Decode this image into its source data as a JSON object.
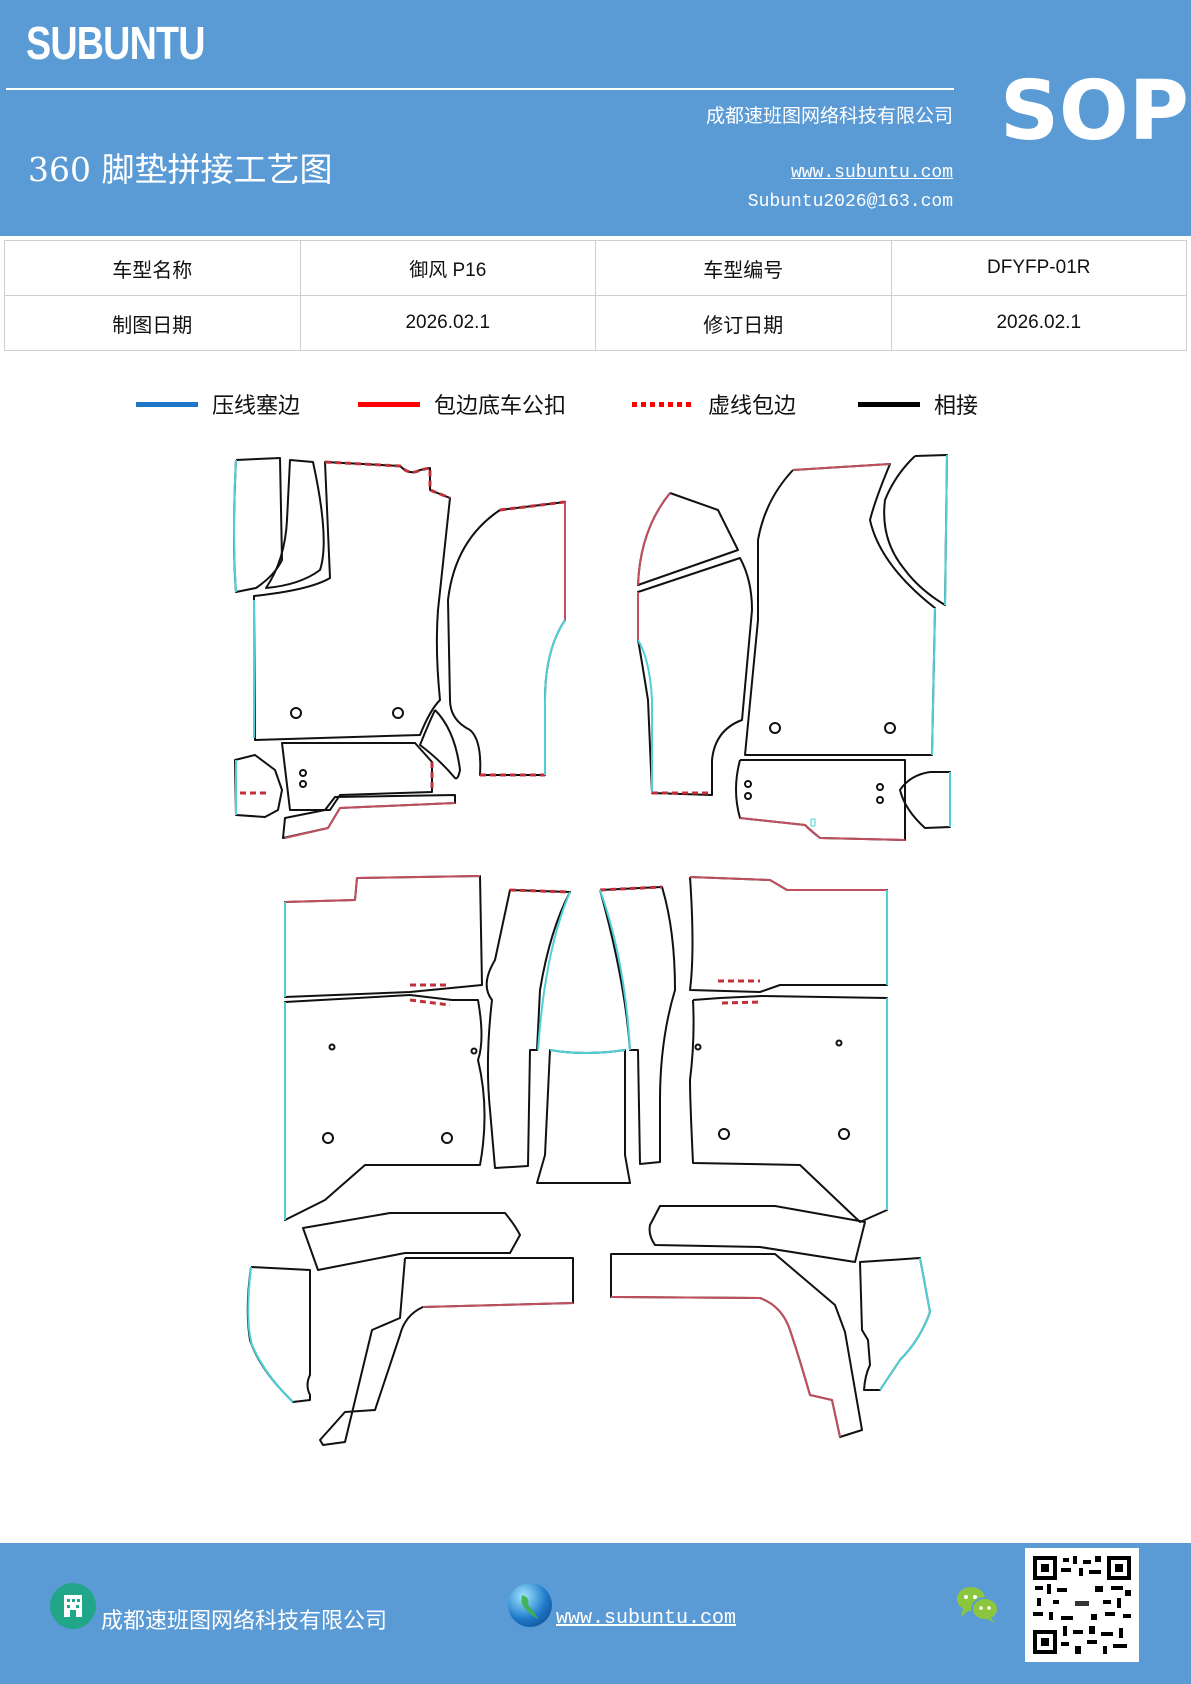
{
  "header": {
    "brand": "SUBUNTU",
    "title": "360 脚垫拼接工艺图",
    "company": "成都速班图网络科技有限公司",
    "website": "www.subuntu.com",
    "email": "Subuntu2026@163.com",
    "badge": "SOP"
  },
  "info_table": {
    "rows": [
      {
        "label1": "车型名称",
        "value1": "御风 P16",
        "label2": "车型编号",
        "value2": "DFYFP-01R"
      },
      {
        "label1": "制图日期",
        "value1": "2026.02.1",
        "label2": "修订日期",
        "value2": "2026.02.1"
      }
    ]
  },
  "legend": {
    "items": [
      {
        "label": "压线塞边",
        "color": "#1f77c9",
        "style": "solid"
      },
      {
        "label": "包边底车公扣",
        "color": "#ff0000",
        "style": "solid"
      },
      {
        "label": "虚线包边",
        "color": "#ff0000",
        "style": "dotted"
      },
      {
        "label": "相接",
        "color": "#000000",
        "style": "solid"
      }
    ]
  },
  "diagram": {
    "description": "360 floor mat splice pattern pieces",
    "colors": {
      "press_edge": "#4fd0d6",
      "wrap_edge": "#c0505f",
      "dashed_wrap": "#c0303a",
      "join": "#111111"
    }
  },
  "footer": {
    "company": "成都速班图网络科技有限公司",
    "website": "www.subuntu.com",
    "icons": [
      "building-icon",
      "globe-icon",
      "wechat-icon",
      "qr-code"
    ]
  }
}
